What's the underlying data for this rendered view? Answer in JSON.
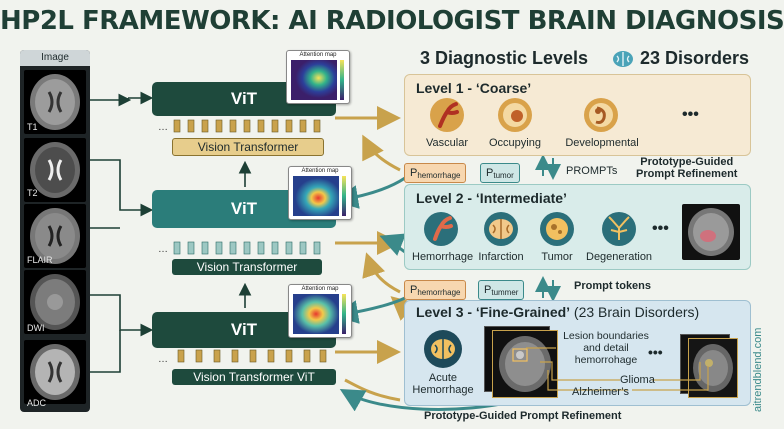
{
  "title": "HP2L FRAMEWORK: AI RADIOLOGIST BRAIN DIAGNOSIS",
  "image_column": {
    "header": "Image",
    "scans": [
      {
        "label": "T1"
      },
      {
        "label": "T2"
      },
      {
        "label": "FLAIR"
      },
      {
        "label": "DWI"
      },
      {
        "label": "ADC"
      }
    ]
  },
  "vit": {
    "blocks": [
      {
        "name": "ViT",
        "sublabel": "Vision Transformer"
      },
      {
        "name": "ViT",
        "sublabel": "Vision Transformer"
      },
      {
        "name": "ViT",
        "sublabel": "Vision Transformer  ViT"
      }
    ],
    "attention_map_label": "Attention map",
    "ellipsis": "…"
  },
  "header_right": {
    "levels_text": "3 Diagnostic Levels",
    "disorders_text": "23 Disorders",
    "brain_icon": "brain-icon"
  },
  "levels": [
    {
      "title": "Level 1 - ‘Coarse’",
      "items": [
        {
          "label": "Vascular",
          "icon": "vascular-icon"
        },
        {
          "label": "Occupying",
          "icon": "occupying-icon"
        },
        {
          "label": "Developmental",
          "icon": "developmental-icon"
        }
      ],
      "more": "•••"
    },
    {
      "title": "Level 2 - ‘Intermediate’",
      "items": [
        {
          "label": "Hemorrhage",
          "icon": "hemorrhage-icon"
        },
        {
          "label": "Infarction",
          "icon": "infarction-icon"
        },
        {
          "label": "Tumor",
          "icon": "tumor-icon"
        },
        {
          "label": "Degeneration",
          "icon": "degeneration-icon"
        }
      ],
      "more": "•••"
    },
    {
      "title": "Level 3 - ‘Fine-Grained’",
      "title_suffix": " (23 Brain Disorders)",
      "items": [
        {
          "label": "Acute\nHemorrhage",
          "icon": "acute-hemorrhage-icon"
        }
      ],
      "annotations": {
        "lesion": "Lesion boundaries\nand detail\nhemorrohage",
        "glioma": "Glioma",
        "alzheimers": "Alzheimer’s"
      },
      "more": "•••"
    }
  ],
  "prompts": {
    "row1": {
      "p1_base": "P",
      "p1_sub": "hemorrhage",
      "p2_base": "P",
      "p2_sub": "tumor",
      "caption": "PROMPTs"
    },
    "row2": {
      "p1_base": "P",
      "p1_sub": "hemorrhage",
      "p2_base": "P",
      "p2_sub": "tummer",
      "caption": "Prompt tokens"
    }
  },
  "refinement_label_top": "Prototype-Guided\nPrompt Refinement",
  "refinement_label_bottom": "Prototype-Guided Prompt Refinement",
  "watermark": "aitrendblend.com",
  "colors": {
    "vit_dark": "#1e4a3d",
    "level1_bg": "#f6ead4",
    "level2_bg": "#d9ecea",
    "level3_bg": "#d6e6ef",
    "prompt_orange": "#f7d7b0",
    "prompt_teal": "#cfe7e6",
    "arrow_gold": "#c8a24c",
    "arrow_teal": "#3b8a8a"
  }
}
